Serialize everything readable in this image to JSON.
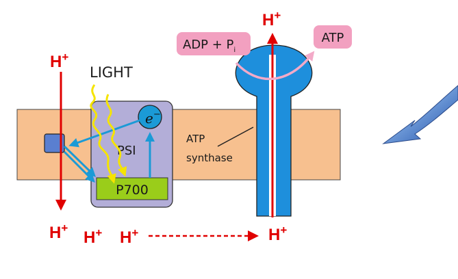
{
  "labels": {
    "light": "LIGHT",
    "psi": "PSI",
    "electron": "e",
    "electron_charge": "−",
    "p700": "P700",
    "atp_synthase_line1": "ATP",
    "atp_synthase_line2": "synthase",
    "adp_pi": "ADP + P",
    "adp_pi_sub": "i",
    "atp": "ATP",
    "proton": "H",
    "proton_charge": "+"
  },
  "colors": {
    "membrane": "#f7c08f",
    "membrane_stroke": "#444444",
    "psi_box": "#b3aed8",
    "p700_fill": "#9acd1a",
    "atp_synthase": "#1e8fdc",
    "blue_arrow": "#1b9ad6",
    "red": "#e00000",
    "light_yellow": "#f5e400",
    "pink_label": "#f2a0c0",
    "pink_arrow": "#f3aac8",
    "small_square": "#5a7fd0"
  },
  "icons": {
    "side_arrow": "curved-arrow-down-left-icon"
  }
}
